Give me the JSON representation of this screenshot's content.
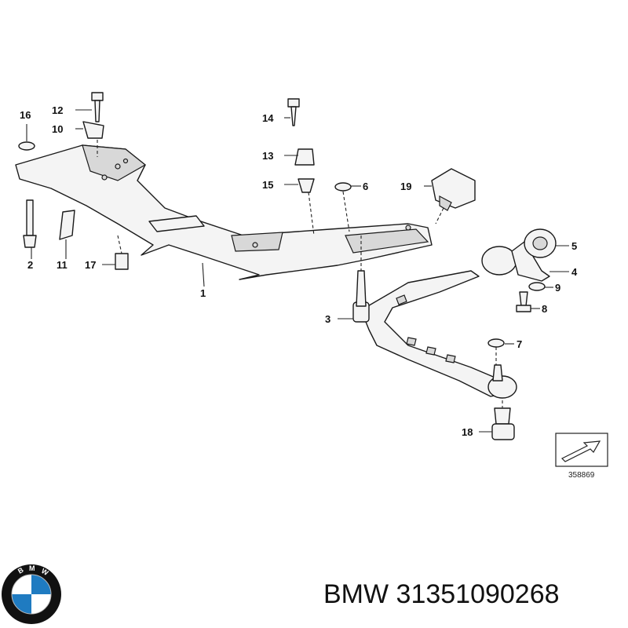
{
  "diagram": {
    "reference_number": "358869",
    "callouts": [
      "1",
      "2",
      "3",
      "4",
      "5",
      "6",
      "7",
      "8",
      "9",
      "10",
      "11",
      "12",
      "13",
      "14",
      "15",
      "16",
      "17",
      "18",
      "19"
    ]
  },
  "footer": {
    "brand_logo_letters": "BMW",
    "part_number_text": "BMW 31351090268"
  },
  "colors": {
    "logo_blue": "#1f7bc1",
    "logo_ring": "#111111",
    "line": "#1a1a1a"
  }
}
